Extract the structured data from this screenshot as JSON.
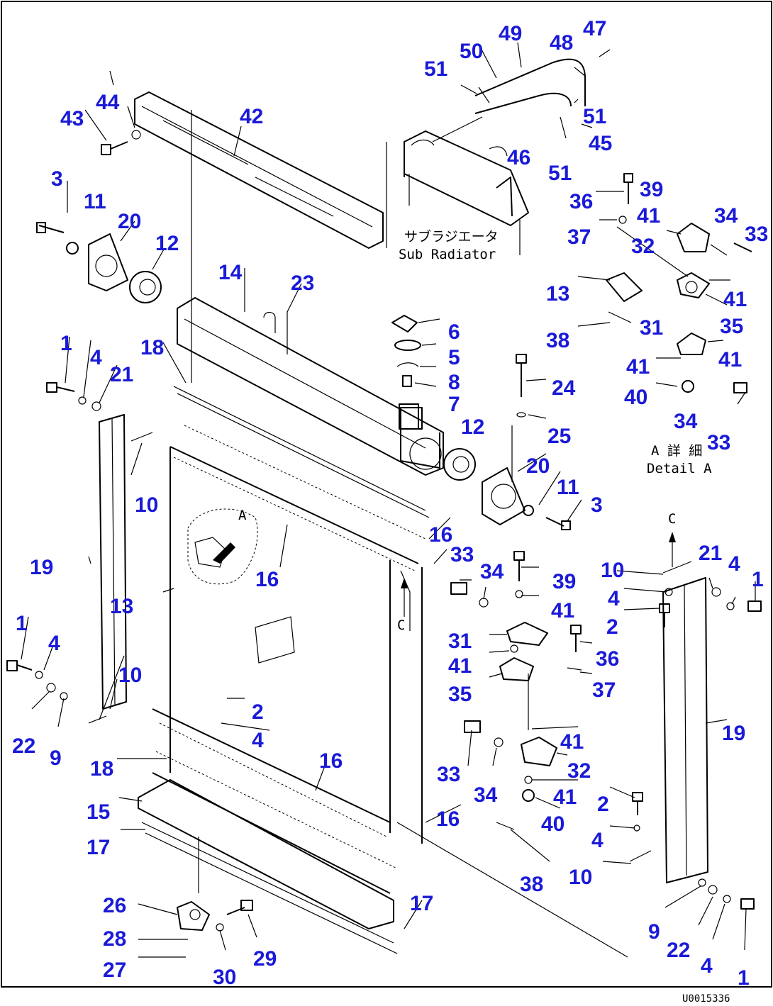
{
  "diagram": {
    "drawing_number": "U0015336",
    "callout_color": "#1a1ad8",
    "notes": {
      "sub_radiator_jp": "サブラジエータ",
      "sub_radiator_en": "Sub Radiator",
      "detail_jp": "A 詳 細",
      "detail_en": "Detail A",
      "view_mark_a": "A",
      "view_mark_c1": "C",
      "view_mark_c2": "C"
    },
    "callouts": [
      {
        "label": "47"
      },
      {
        "label": "48"
      },
      {
        "label": "49"
      },
      {
        "label": "50"
      },
      {
        "label": "51"
      },
      {
        "label": "51"
      },
      {
        "label": "45"
      },
      {
        "label": "46"
      },
      {
        "label": "51"
      },
      {
        "label": "44"
      },
      {
        "label": "43"
      },
      {
        "label": "42"
      },
      {
        "label": "3"
      },
      {
        "label": "11"
      },
      {
        "label": "20"
      },
      {
        "label": "12"
      },
      {
        "label": "14"
      },
      {
        "label": "23"
      },
      {
        "label": "39"
      },
      {
        "label": "36"
      },
      {
        "label": "41"
      },
      {
        "label": "34"
      },
      {
        "label": "33"
      },
      {
        "label": "37"
      },
      {
        "label": "32"
      },
      {
        "label": "41"
      },
      {
        "label": "13"
      },
      {
        "label": "35"
      },
      {
        "label": "31"
      },
      {
        "label": "38"
      },
      {
        "label": "41"
      },
      {
        "label": "41"
      },
      {
        "label": "40"
      },
      {
        "label": "34"
      },
      {
        "label": "33"
      },
      {
        "label": "6"
      },
      {
        "label": "5"
      },
      {
        "label": "8"
      },
      {
        "label": "7"
      },
      {
        "label": "24"
      },
      {
        "label": "25"
      },
      {
        "label": "12"
      },
      {
        "label": "20"
      },
      {
        "label": "11"
      },
      {
        "label": "3"
      },
      {
        "label": "1"
      },
      {
        "label": "4"
      },
      {
        "label": "21"
      },
      {
        "label": "18"
      },
      {
        "label": "10"
      },
      {
        "label": "19"
      },
      {
        "label": "13"
      },
      {
        "label": "16"
      },
      {
        "label": "16"
      },
      {
        "label": "33"
      },
      {
        "label": "34"
      },
      {
        "label": "39"
      },
      {
        "label": "41"
      },
      {
        "label": "31"
      },
      {
        "label": "41"
      },
      {
        "label": "36"
      },
      {
        "label": "37"
      },
      {
        "label": "35"
      },
      {
        "label": "10"
      },
      {
        "label": "21"
      },
      {
        "label": "4"
      },
      {
        "label": "1"
      },
      {
        "label": "4"
      },
      {
        "label": "2"
      },
      {
        "label": "1"
      },
      {
        "label": "4"
      },
      {
        "label": "10"
      },
      {
        "label": "22"
      },
      {
        "label": "9"
      },
      {
        "label": "2"
      },
      {
        "label": "4"
      },
      {
        "label": "16"
      },
      {
        "label": "18"
      },
      {
        "label": "41"
      },
      {
        "label": "32"
      },
      {
        "label": "33"
      },
      {
        "label": "34"
      },
      {
        "label": "41"
      },
      {
        "label": "40"
      },
      {
        "label": "19"
      },
      {
        "label": "2"
      },
      {
        "label": "4"
      },
      {
        "label": "10"
      },
      {
        "label": "15"
      },
      {
        "label": "17"
      },
      {
        "label": "16"
      },
      {
        "label": "38"
      },
      {
        "label": "26"
      },
      {
        "label": "28"
      },
      {
        "label": "27"
      },
      {
        "label": "30"
      },
      {
        "label": "29"
      },
      {
        "label": "17"
      },
      {
        "label": "9"
      },
      {
        "label": "22"
      },
      {
        "label": "4"
      },
      {
        "label": "1"
      }
    ]
  }
}
